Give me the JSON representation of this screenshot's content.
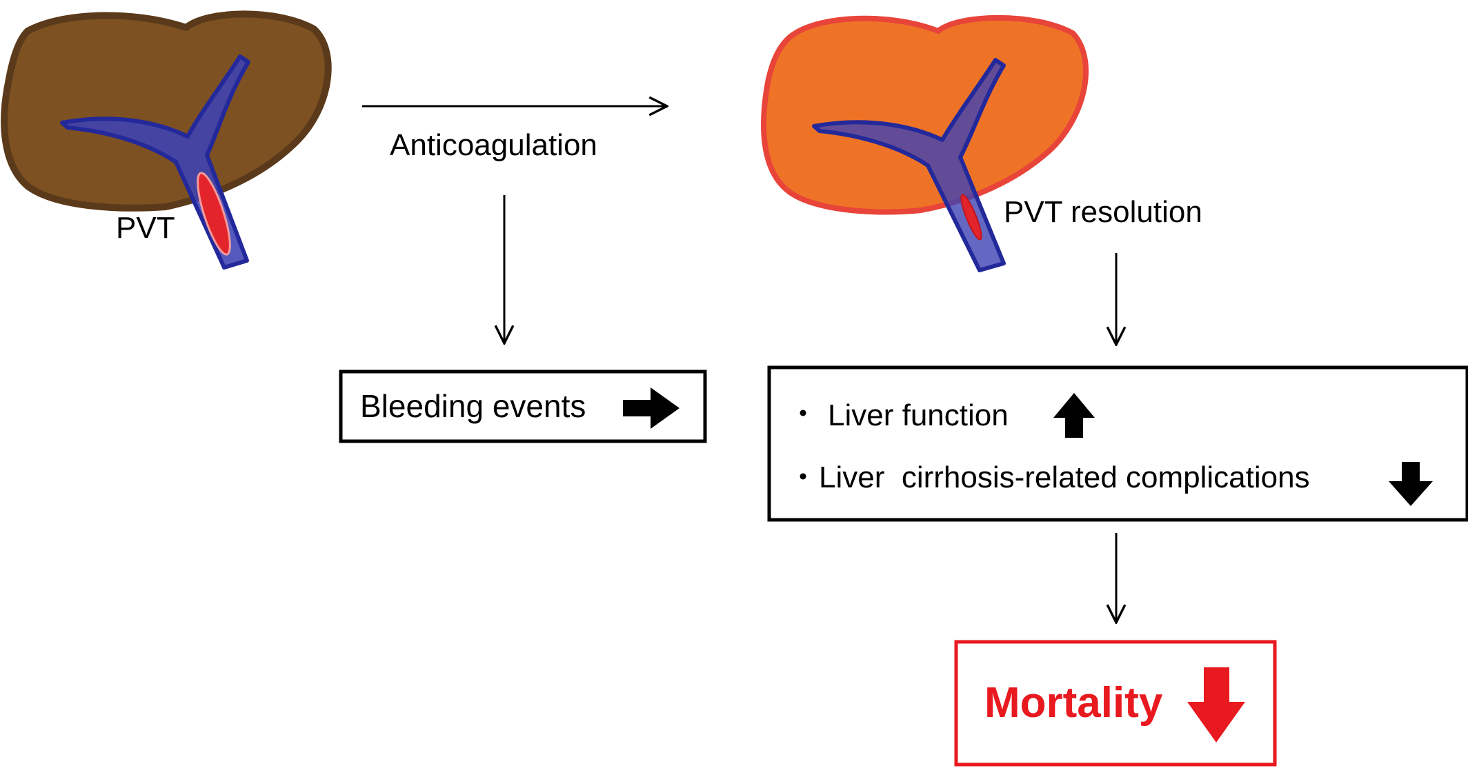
{
  "labels": {
    "pvt": "PVT",
    "anticoagulation": "Anticoagulation",
    "pvt_resolution": "PVT resolution",
    "bleeding_events": "Bleeding events",
    "bullet": "・",
    "liver_function": "Liver function",
    "complications": "Liver  cirrhosis-related complications",
    "mortality": "Mortality"
  },
  "indicators": {
    "bleeding_events": "unchanged",
    "liver_function": "increase",
    "complications": "decrease",
    "mortality": "decrease"
  },
  "colors": {
    "liver_before_fill": "#7d5122",
    "liver_before_outline": "#5b3a1b",
    "liver_after_fill": "#ee7327",
    "liver_after_outline": "#e8443a",
    "vessel": "#3e42b4",
    "vessel_outline": "#23289a",
    "thrombus": "#e3242b",
    "mortality": "#e8191f",
    "text": "#000000"
  }
}
